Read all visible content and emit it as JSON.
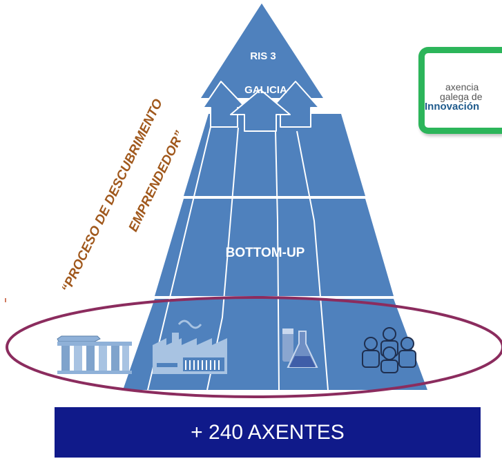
{
  "pyramid": {
    "top_label_1": "RIS 3",
    "top_label_2": "GALICIA",
    "middle_label": "BOTTOM-UP"
  },
  "side_text": {
    "line1": "“PROCESO DE DESCUBRIMENTO",
    "line2": "EMPRENDEDOR”"
  },
  "logo": {
    "line1": "axencia",
    "line2": "galega de",
    "line3": "Innovación"
  },
  "footer": {
    "label": "+ 240 AXENTES"
  },
  "icons": [
    "institution-icon",
    "factory-icon",
    "lab-flask-icon",
    "people-group-icon"
  ],
  "colors": {
    "pyramid_blue": "#4f81bd",
    "pyramid_line": "#ffffff",
    "ellipse": "#8b2c5e",
    "side_text": "#a0581c",
    "footer_bg": "#101a8a",
    "logo_green": "#2cb55a"
  }
}
